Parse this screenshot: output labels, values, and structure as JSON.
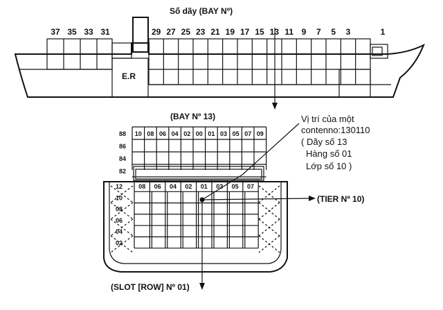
{
  "top": {
    "bay_title": "Số dãy (BAY Nº)",
    "engine_room": "E.R",
    "aft_bays": [
      "37",
      "35",
      "33",
      "31"
    ],
    "fwd_bays": [
      "29",
      "27",
      "25",
      "23",
      "21",
      "19",
      "17",
      "15",
      "13",
      "11",
      "9",
      "7",
      "5",
      "3",
      "1"
    ]
  },
  "section": {
    "title": "(BAY Nº 13)",
    "deck_tiers": [
      "88",
      "86",
      "84",
      "82"
    ],
    "hold_tiers": [
      "12",
      "10",
      "08",
      "06",
      "04",
      "02"
    ],
    "deck_rows": [
      "10",
      "08",
      "06",
      "04",
      "02",
      "00",
      "01",
      "03",
      "05",
      "07",
      "09"
    ],
    "hold_rows": [
      "08",
      "06",
      "04",
      "02",
      "01",
      "03",
      "05",
      "07"
    ]
  },
  "annotation": {
    "lines": [
      "Vị trí của một",
      "contenno:130110",
      "( Dãy số 13",
      "Hàng số 01",
      "Lớp số 10 )"
    ]
  },
  "labels": {
    "tier": "(TIER Nº 10)",
    "slot": "(SLOT [ROW] Nº 01)"
  }
}
